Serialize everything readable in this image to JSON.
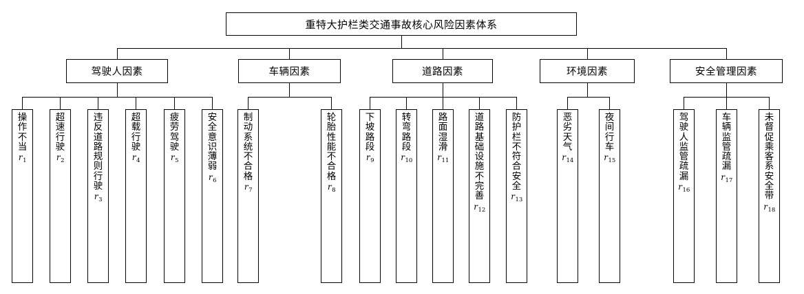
{
  "diagram": {
    "title": "重特大护栏类交通事故核心风险因素体系",
    "root": {
      "label": "重特大护栏类交通事故核心风险因素体系"
    },
    "categories": [
      {
        "id": "driver",
        "label": "驾驶人因素"
      },
      {
        "id": "vehicle",
        "label": "车辆因素"
      },
      {
        "id": "road",
        "label": "道路因素"
      },
      {
        "id": "environment",
        "label": "环境因素"
      },
      {
        "id": "management",
        "label": "安全管理因素"
      }
    ],
    "leaves": [
      {
        "code": "r",
        "index": "1",
        "label": "操作不当",
        "group": "driver"
      },
      {
        "code": "r",
        "index": "2",
        "label": "超速行驶",
        "group": "driver"
      },
      {
        "code": "r",
        "index": "3",
        "label": "违反道路规则行驶",
        "group": "driver"
      },
      {
        "code": "r",
        "index": "4",
        "label": "超载行驶",
        "group": "driver"
      },
      {
        "code": "r",
        "index": "5",
        "label": "疲劳驾驶",
        "group": "driver"
      },
      {
        "code": "r",
        "index": "6",
        "label": "安全意识薄弱",
        "group": "driver"
      },
      {
        "code": "r",
        "index": "7",
        "label": "制动系统不合格",
        "group": "vehicle"
      },
      {
        "code": "r",
        "index": "8",
        "label": "轮胎性能不合格",
        "group": "vehicle"
      },
      {
        "code": "r",
        "index": "9",
        "label": "下坡路段",
        "group": "road"
      },
      {
        "code": "r",
        "index": "10",
        "label": "转弯路段",
        "group": "road"
      },
      {
        "code": "r",
        "index": "11",
        "label": "路面湿滑",
        "group": "road"
      },
      {
        "code": "r",
        "index": "12",
        "label": "道路基础设施不完善",
        "group": "road"
      },
      {
        "code": "r",
        "index": "13",
        "label": "防护栏不符合安全",
        "group": "road"
      },
      {
        "code": "r",
        "index": "14",
        "label": "恶劣天气",
        "group": "environment"
      },
      {
        "code": "r",
        "index": "15",
        "label": "夜间行车",
        "group": "environment"
      },
      {
        "code": "r",
        "index": "16",
        "label": "驾驶人监管疏漏",
        "group": "management"
      },
      {
        "code": "r",
        "index": "17",
        "label": "车辆监管疏漏",
        "group": "management"
      },
      {
        "code": "r",
        "index": "18",
        "label": "未督促乘客系安全带",
        "group": "management"
      }
    ],
    "colors": {
      "line": "#000000",
      "box_border": "#000000",
      "background": "#ffffff",
      "text": "#000000"
    }
  }
}
